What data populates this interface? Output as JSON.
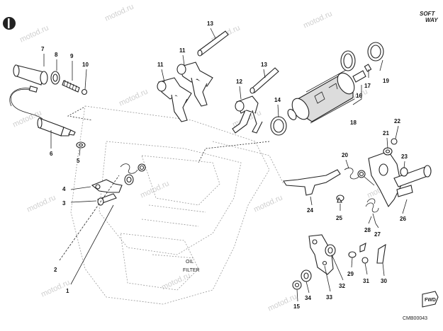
{
  "labels": {
    "p1": "1",
    "p2": "2",
    "p3": "3",
    "p4": "4",
    "p5": "5",
    "p6": "6",
    "p7": "7",
    "p8": "8",
    "p9": "9",
    "p10": "10",
    "p11a": "11",
    "p11b": "11",
    "p12": "12",
    "p13a": "13",
    "p13b": "13",
    "p14": "14",
    "p15": "15",
    "p16": "16",
    "p17": "17",
    "p18": "18",
    "p19": "19",
    "p20": "20",
    "p21": "21",
    "p22": "22",
    "p23": "23",
    "p24": "24",
    "p25": "25",
    "p26": "26",
    "p27": "27",
    "p28": "28",
    "p29": "29",
    "p30": "30",
    "p31": "31",
    "p32": "32",
    "p33": "33",
    "p34": "34"
  },
  "brand": {
    "line1": "SOFT",
    "line2": "WAY"
  },
  "fwd": "FWD",
  "code": "CMB00043",
  "engine_text": {
    "oil": "OIL",
    "filter": "FILTER"
  },
  "watermark": "motod.ru"
}
